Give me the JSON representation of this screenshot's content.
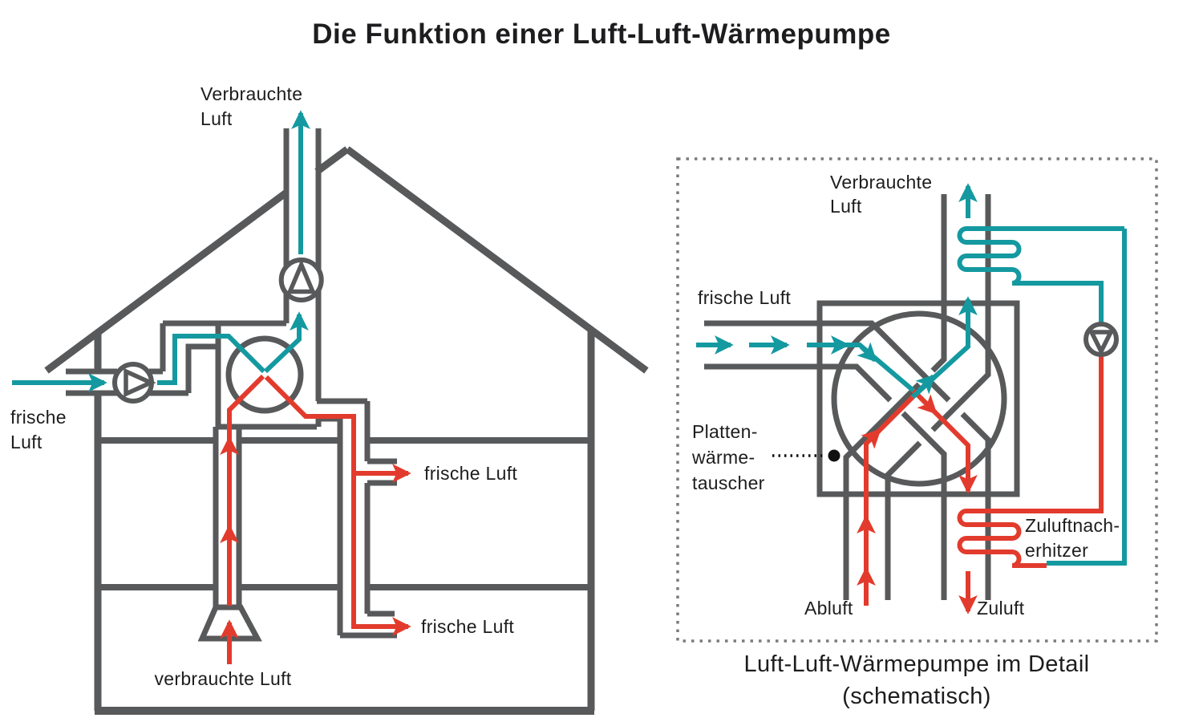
{
  "title": "Die Funktion einer Luft-Luft-Wärmepumpe",
  "colors": {
    "teal": "#1499A0",
    "red": "#E23B2D",
    "gray": "#58595A",
    "text": "#1D1D1F",
    "bdots": "#7B7B7B"
  },
  "icons": {
    "fan_icon": "circle with inscribed triangle (flow direction)",
    "pump_icon": "circle with inscribed triangle pointing down",
    "heat_exchanger_icon": "circle with crossed woven channels",
    "coil_icon": "serpentine heat-exchanger coil"
  },
  "house": {
    "exhaust_out_label": [
      "Verbrauchte",
      "Luft"
    ],
    "fresh_in_label": [
      "frische",
      "Luft"
    ],
    "supply_room_label_upper": "frische Luft",
    "supply_room_label_lower": "frische Luft",
    "exhaust_in_label": "verbrauchte Luft"
  },
  "detail": {
    "exhaust_out_label": [
      "Verbrauchte",
      "Luft"
    ],
    "fresh_in_label": "frische Luft",
    "heat_exchanger_label": [
      "Platten-",
      "wärme-",
      "tauscher"
    ],
    "reheater_label": [
      "Zuluftnach-",
      "erhitzer"
    ],
    "extract_air_label": "Abluft",
    "supply_air_label": "Zuluft",
    "caption": [
      "Luft-Luft-Wärmepumpe im Detail",
      "(schematisch)"
    ]
  }
}
